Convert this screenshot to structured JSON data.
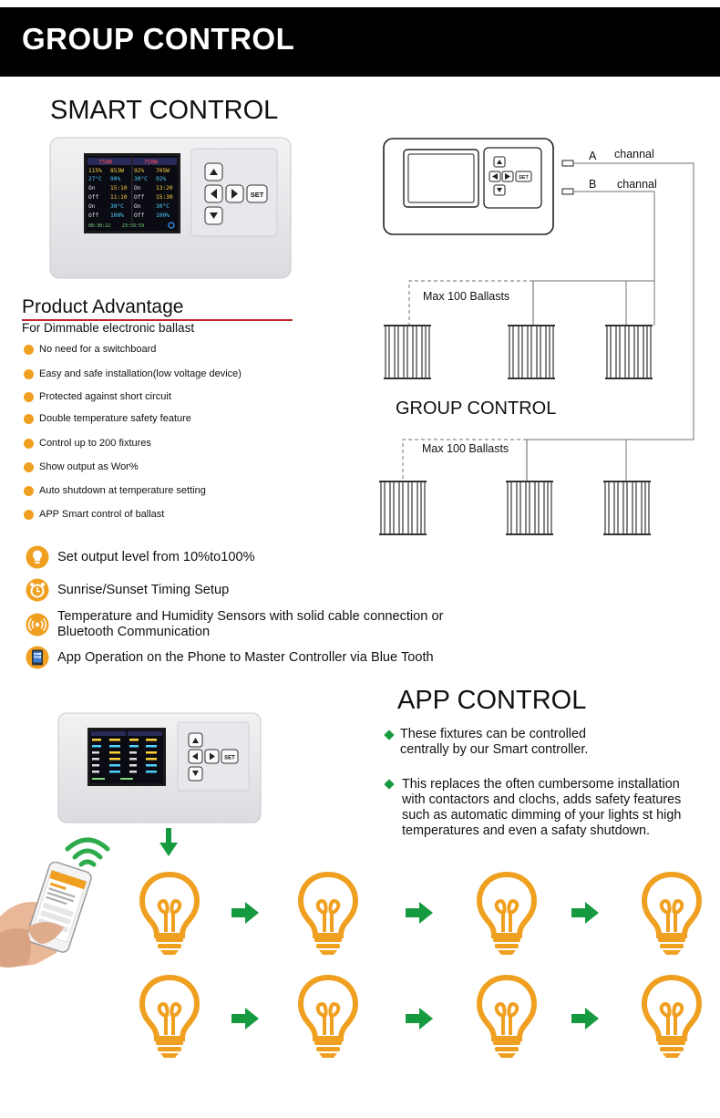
{
  "header": {
    "title": "GROUP CONTROL"
  },
  "smart": {
    "title": "SMART CONTROL"
  },
  "controller_screen": {
    "row1": [
      "750W",
      "750W"
    ],
    "row2": [
      "115%",
      "853W",
      "92%",
      "705W"
    ],
    "row3": [
      "27°C",
      "90%",
      "30°C",
      "92%"
    ],
    "rows": [
      "On",
      "Off",
      "On",
      "Off",
      "On",
      "Off"
    ],
    "times": [
      "15:10",
      "11:10",
      "13:20",
      "15:30"
    ],
    "temps": [
      "30°C",
      "100%",
      "30°C",
      "100%"
    ],
    "footer": [
      "08:30:22",
      "23:59:59"
    ],
    "buttons": {
      "set": "SET"
    }
  },
  "product_advantage": {
    "title": "Product Advantage",
    "subtitle": "For Dimmable electronic ballast",
    "items": [
      "No need for a switchboard",
      "Easy and safe installation(low voltage device)",
      "Protected against short circuit",
      "Double temperature safety feature",
      "Control up to 200 fixtures",
      "Show output as Wor%",
      "Auto shutdown at temperature setting",
      "APP Smart control of ballast"
    ]
  },
  "diagram": {
    "channel_a_letter": "A",
    "channel_a_label": "channal",
    "channel_b_letter": "B",
    "channel_b_label": "channal",
    "max_label_top": "Max 100 Ballasts",
    "group_label": "GROUP CONTROL",
    "max_label_bottom": "Max 100 Ballasts",
    "set_label": "SET"
  },
  "features": [
    {
      "icon": "lightbulb-icon",
      "text": "Set output level from 10%to100%"
    },
    {
      "icon": "alarm-clock-icon",
      "text": "Sunrise/Sunset Timing Setup"
    },
    {
      "icon": "sensor-icon",
      "text": "Temperature and Humidity Sensors with solid cable connection or Bluetooth Communication"
    },
    {
      "icon": "tablet-icon",
      "text": "App Operation on the Phone to Master Controller via Blue Tooth"
    }
  ],
  "app": {
    "title": "APP CONTROL",
    "bullets": [
      "These fixtures can be controlled centrally by our Smart controller.",
      "This replaces the often cumbersome installation with contactors and clochs, adds safety features such as automatic dimming of your lights st high temperatures and even a safaty shutdown."
    ],
    "set_label": "SET"
  },
  "colors": {
    "accent_orange": "#f0a020",
    "accent_green": "#169a3f",
    "accent_red": "#c0282c",
    "header_bg": "#000000"
  }
}
